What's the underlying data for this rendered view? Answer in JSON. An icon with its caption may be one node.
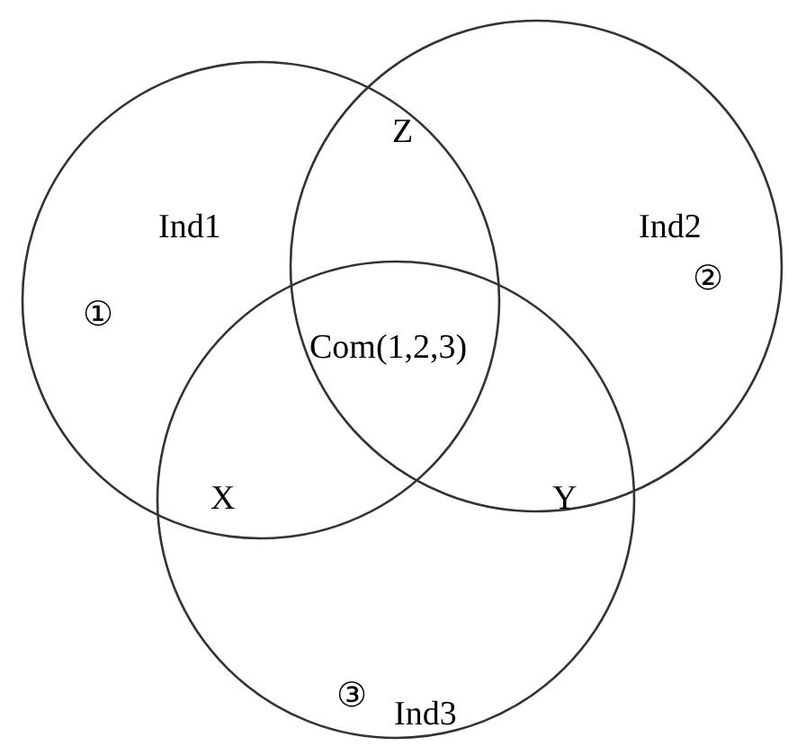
{
  "diagram": {
    "nodes": [
      {
        "text": [
          "Ind1",
          "①"
        ]
      },
      {
        "text": [
          "Ind2",
          "②"
        ]
      },
      {
        "text": [
          "③",
          "Ind3"
        ]
      }
    ],
    "labels": [
      "Z",
      "Com(1,2,3)",
      "X",
      "Y"
    ]
  }
}
